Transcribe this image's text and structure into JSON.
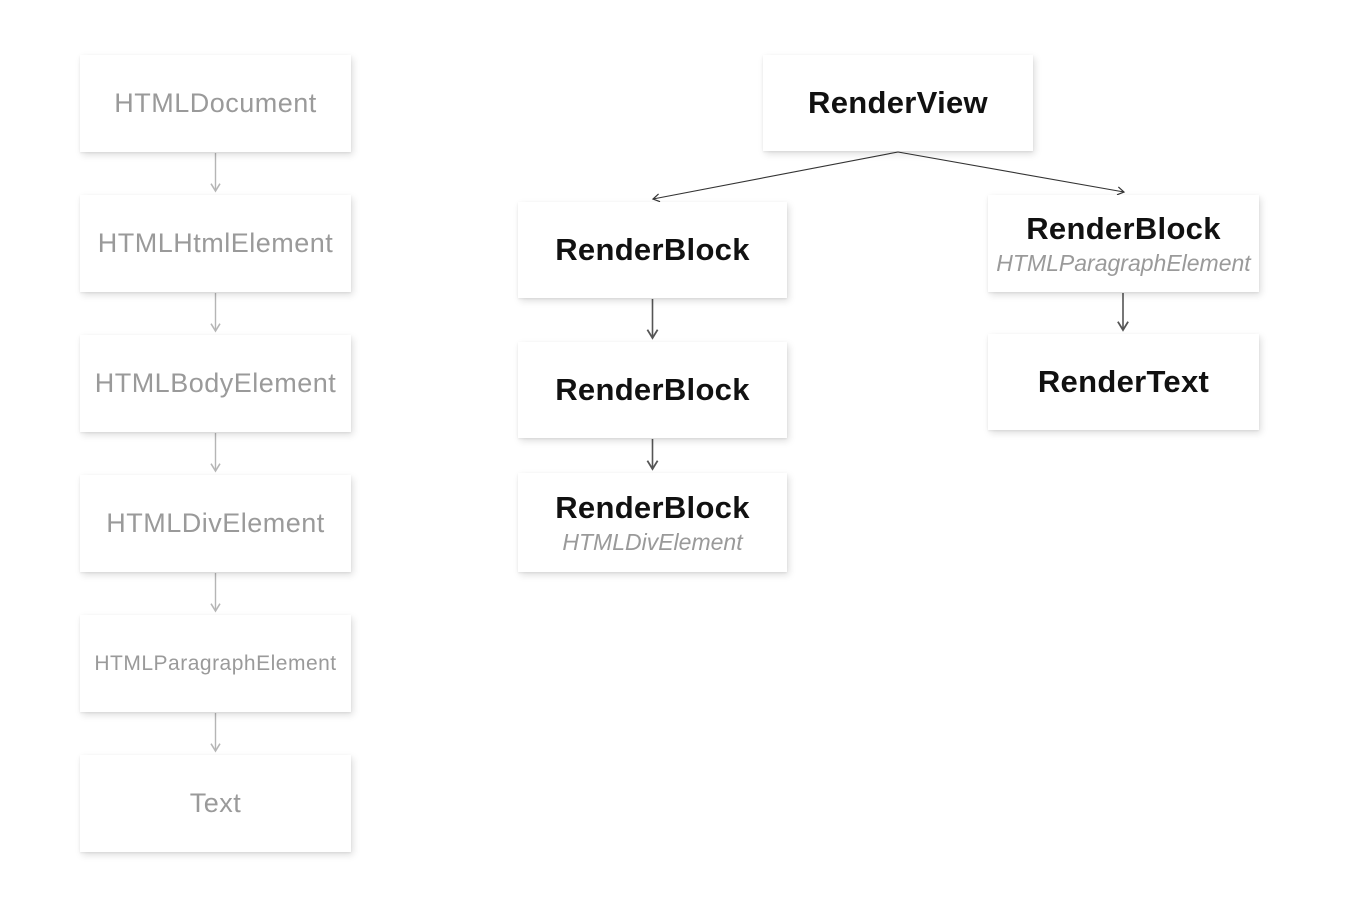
{
  "diagram": {
    "type": "browser-rendering-trees",
    "dom_chain": {
      "nodes": [
        {
          "label": "HTMLDocument"
        },
        {
          "label": "HTMLHtmlElement"
        },
        {
          "label": "HTMLBodyElement"
        },
        {
          "label": "HTMLDivElement"
        },
        {
          "label": "HTMLParagraphElement"
        },
        {
          "label": "Text"
        }
      ]
    },
    "render_tree": {
      "root": {
        "label": "RenderView"
      },
      "left_branch": [
        {
          "label": "RenderBlock"
        },
        {
          "label": "RenderBlock"
        },
        {
          "label": "RenderBlock",
          "sublabel": "HTMLDivElement"
        }
      ],
      "right_branch": [
        {
          "label": "RenderBlock",
          "sublabel": "HTMLParagraphElement"
        },
        {
          "label": "RenderText"
        }
      ]
    },
    "colors": {
      "page_bg": "#ffffff",
      "box_background": "#ffffff",
      "dom_text": "#9a9a9a",
      "dom_arrow": "#b5b5b5",
      "render_text": "#111111",
      "render_arrow": "#555555",
      "edge": "#333333"
    }
  }
}
